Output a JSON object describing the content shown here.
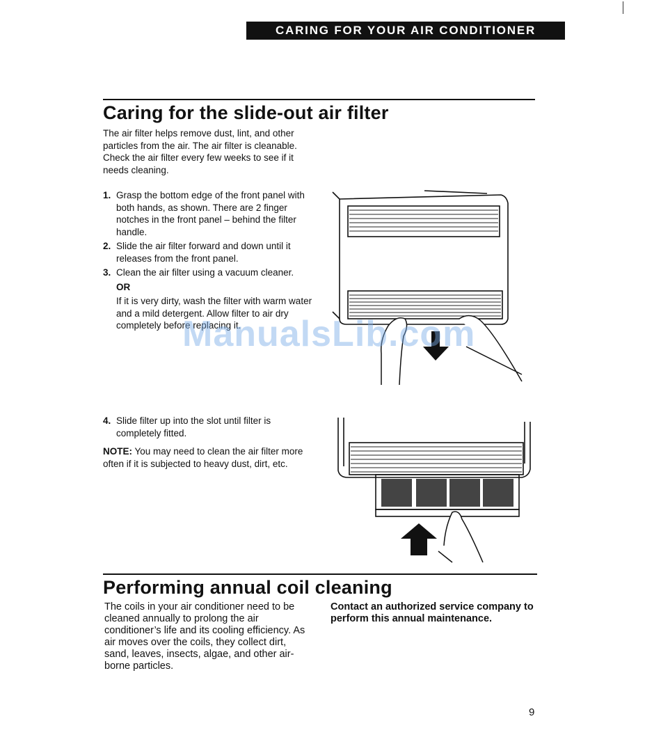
{
  "header": {
    "section_title": "CARING FOR YOUR AIR CONDITIONER"
  },
  "section1": {
    "heading": "Caring for the slide-out air filter",
    "intro": "The air filter helps remove dust, lint, and other particles from the air. The air filter is cleanable. Check the air filter every few weeks to see if it needs cleaning.",
    "steps": [
      {
        "num": "1.",
        "text": "Grasp the bottom edge of the front panel with both hands, as shown. There are 2 finger notches in the front panel – behind the filter handle."
      },
      {
        "num": "2.",
        "text": "Slide the air filter forward and down until it releases from the front panel."
      },
      {
        "num": "3.",
        "text": "Clean the air filter using a vacuum cleaner.",
        "or": "OR",
        "alt": "If it is very dirty, wash the filter with warm water and a mild detergent. Allow filter to air dry completely before replacing it."
      }
    ],
    "step4": {
      "num": "4.",
      "text": "Slide filter up into the slot until filter is completely fitted."
    },
    "note": {
      "label": "NOTE:",
      "text": " You may need to clean the air filter more often if it is subjected to heavy dust, dirt, etc."
    }
  },
  "section2": {
    "heading": "Performing annual coil cleaning",
    "body": "The coils in your air conditioner need to be cleaned annually to prolong the air conditioner’s life and its cooling efficiency. As air moves over the coils, they collect dirt, sand, leaves, insects, algae, and other air-borne particles.",
    "callout": "Contact an authorized service company to perform this annual maintenance."
  },
  "watermark": "ManualsLib.com",
  "page_number": "9"
}
